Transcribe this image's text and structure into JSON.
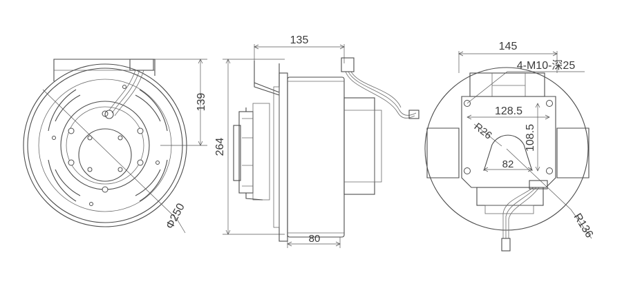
{
  "views": {
    "front": {
      "diameter_label": "Φ250",
      "height_label": "139"
    },
    "side": {
      "width_label": "135",
      "height_label": "264",
      "bottom_label": "80"
    },
    "rear": {
      "width_label": "145",
      "holes_label": "4-M10-深25",
      "hole_spacing_h_label": "128.5",
      "hole_spacing_v_label": "108.5",
      "radius_small_label": "R26",
      "center_width_label": "82",
      "radius_large_label": "R136"
    }
  }
}
